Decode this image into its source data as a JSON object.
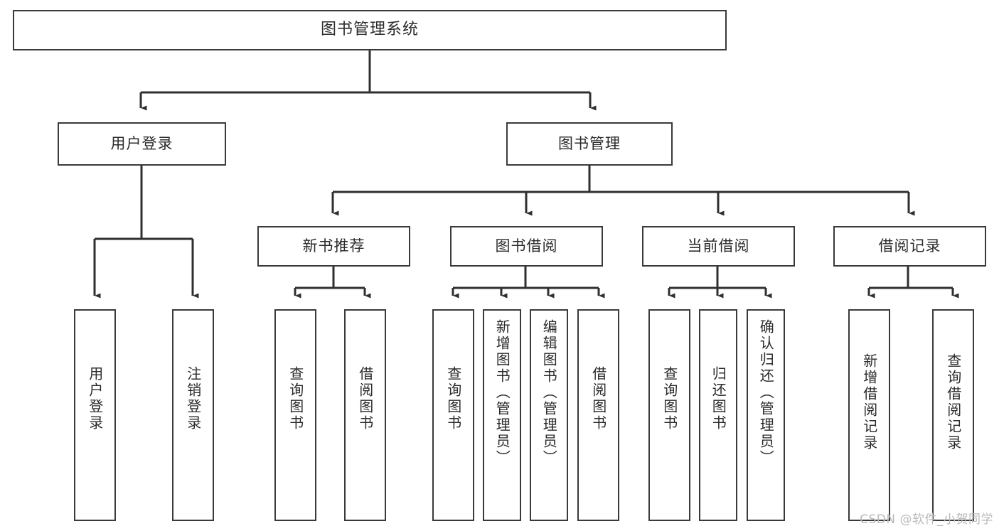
{
  "diagram": {
    "title": "图书管理系统",
    "type": "hierarchy-tree",
    "root": {
      "label": "图书管理系统"
    },
    "level1": [
      {
        "label": "用户登录"
      },
      {
        "label": "图书管理"
      }
    ],
    "level2": [
      {
        "label": "新书推荐"
      },
      {
        "label": "图书借阅"
      },
      {
        "label": "当前借阅"
      },
      {
        "label": "借阅记录"
      }
    ],
    "leaves": {
      "user_login": [
        {
          "label": "用户登录"
        },
        {
          "label": "注销登录"
        }
      ],
      "new_book_recommend": [
        {
          "label": "查询图书"
        },
        {
          "label": "借阅图书"
        }
      ],
      "book_borrow": [
        {
          "label": "查询图书"
        },
        {
          "label": "新增图书（管理员）"
        },
        {
          "label": "编辑图书（管理员）"
        },
        {
          "label": "借阅图书"
        }
      ],
      "current_borrow": [
        {
          "label": "查询图书"
        },
        {
          "label": "归还图书"
        },
        {
          "label": "确认归还（管理员）"
        }
      ],
      "borrow_record": [
        {
          "label": "新增借阅记录"
        },
        {
          "label": "查询借阅记录"
        }
      ]
    }
  },
  "watermark": {
    "text": "CSDN @软件_小贺同学"
  },
  "colors": {
    "box_border": "#3a3a3a",
    "box_fill": "#ffffff",
    "text": "#2b2b2b",
    "connector": "#2f2f2f",
    "watermark": "#b9b9b9",
    "background": "#ffffff"
  }
}
